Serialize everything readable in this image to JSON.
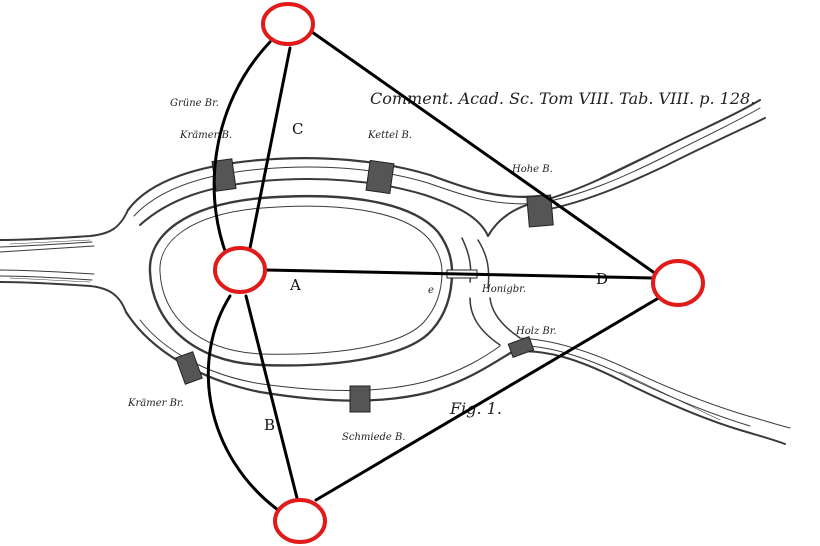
{
  "header_caption": "Comment. Acad. Sc. Tom VIII. Tab. VIII. p. 128.",
  "fig_caption": "Fig. 1.",
  "regions": {
    "a": "A",
    "b": "B",
    "c": "C",
    "d": "D",
    "e": "e"
  },
  "bridges": {
    "gruene_kraemer": "Grüne Br.",
    "kraemer_b": "Krämer B.",
    "koettel_b": "Kettel B.",
    "hohe_b": "Hohe B.",
    "honig_b": "Honigbr.",
    "holz_b": "Holz Br.",
    "kraemer_b2": "Krämer Br.",
    "schmiede_b": "Schmiede B."
  },
  "colors": {
    "node_stroke": "#e11a1a",
    "node_fill": "#ffffff",
    "edge": "#000000",
    "river": "#333333"
  }
}
